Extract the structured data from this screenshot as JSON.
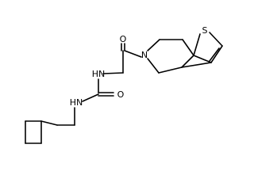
{
  "molecule": {
    "atoms": {
      "sulfur": "S",
      "ketone_oxygen": "O",
      "ring_nitrogen": "N",
      "amide_nh_1": "HN",
      "urea_oxygen": "O",
      "amide_nh_2": "HN"
    }
  }
}
